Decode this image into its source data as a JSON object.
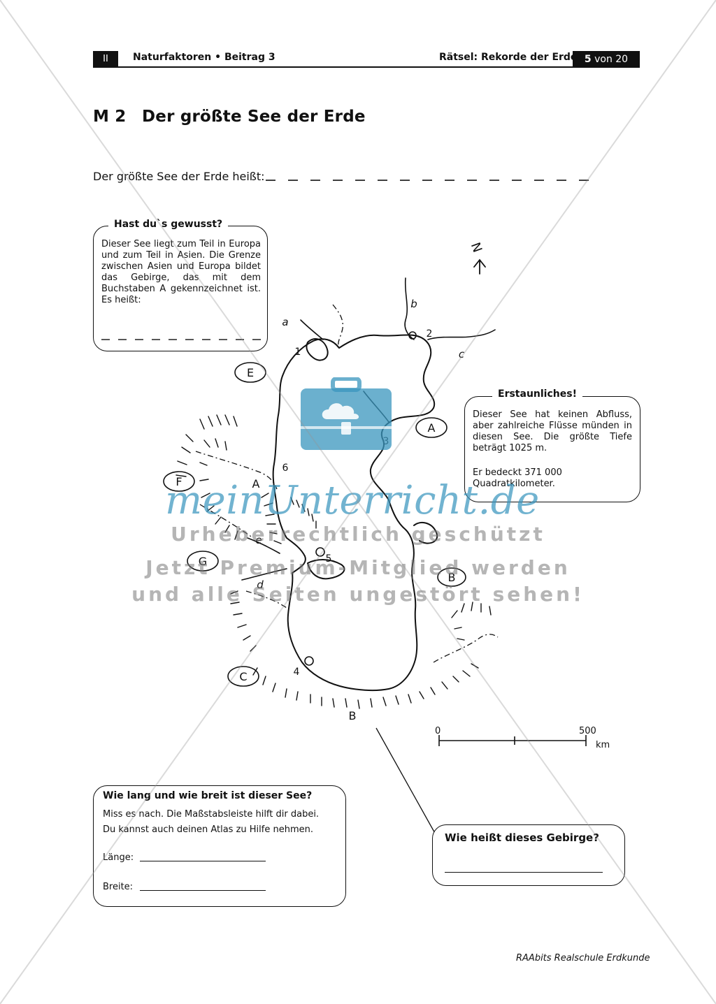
{
  "header": {
    "roman": "II",
    "left": "Naturfaktoren • Beitrag 3",
    "right": "Rätsel: Rekorde der Erde",
    "page_num": "5",
    "page_of": "von 20"
  },
  "title": {
    "number": "M 2",
    "text": "Der größte See der Erde"
  },
  "question": "Der größte See der Erde heißt:",
  "box_wussten": {
    "title": "Hast du`s gewusst?",
    "text": "Dieser See liegt zum Teil in Europa und zum Teil in Asien. Die Grenze zwischen Asien und Europa bildet das Gebirge, das mit dem Buchstaben A gekennzeichnet ist. Es heißt:"
  },
  "box_erstaunlich": {
    "title": "Erstaunliches!",
    "text1": "Dieser See hat keinen Abfluss, aber zahlreiche Flüsse münden in diesen See. Die größte Tiefe beträgt 1025 m.",
    "text2": "Er bedeckt 371 000 Quadratkilometer."
  },
  "box_messen": {
    "title": "Wie lang und wie breit ist dieser See?",
    "line1": "Miss es nach. Die Maßstabsleiste hilft dir dabei.",
    "line2": "Du kannst auch deinen Atlas zu Hilfe nehmen.",
    "laenge": "Länge:",
    "breite": "Breite:"
  },
  "box_gebirge": {
    "title": "Wie heißt dieses Gebirge?"
  },
  "map": {
    "north": "N",
    "circled_letters": [
      "A",
      "B",
      "C",
      "E",
      "F",
      "G"
    ],
    "letters": [
      "A",
      "B"
    ],
    "rivers": [
      "a",
      "b",
      "c",
      "d",
      "e"
    ],
    "points": [
      "1",
      "2",
      "3",
      "4",
      "5",
      "6"
    ],
    "scale_start": "0",
    "scale_end": "500",
    "scale_unit": "km"
  },
  "watermark": {
    "brand": "meinUnterricht.de",
    "line1": "Urheberrechtlich geschützt",
    "line2": "Jetzt Premium-Mitglied werden",
    "line3": "und alle Seiten ungestört sehen!"
  },
  "footer": "RAAbits Realschule Erdkunde",
  "colors": {
    "ink": "#111111",
    "brand": "#3a96be",
    "watermark_gray": "#787878"
  }
}
